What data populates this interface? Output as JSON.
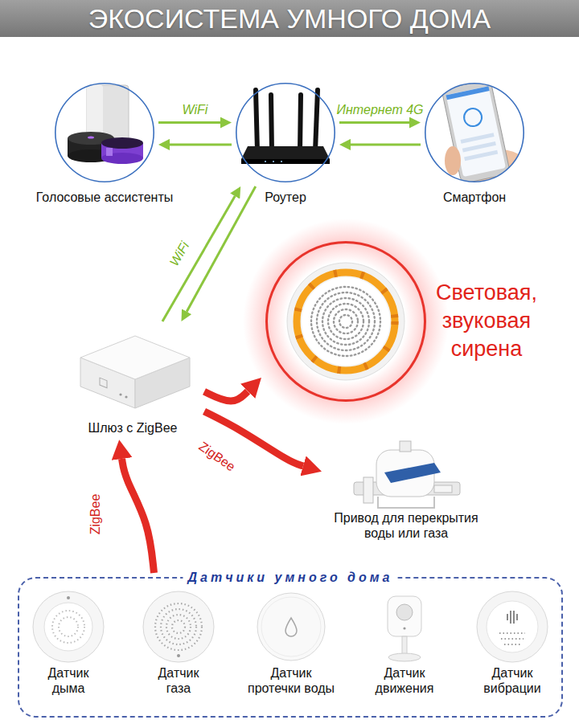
{
  "diagram": {
    "title": "ЭКОСИСТЕМА УМНОГО ДОМА",
    "nodes": [
      {
        "text": [
          "Голосовые ассистенты"
        ]
      },
      {
        "text": [
          "Роутер"
        ]
      },
      {
        "text": [
          "Смартфон"
        ]
      },
      {
        "text": [
          "Световая, звуковая сирена"
        ]
      },
      {
        "text": [
          "Шлюз с ZigBee"
        ]
      },
      {
        "text": [
          "Привод для перекрытия воды или газа"
        ]
      },
      {
        "text": [
          "Датчики умного дома"
        ]
      },
      {
        "text": [
          "Датчик дыма"
        ],
        "in": 6
      },
      {
        "text": [
          "Датчик газа"
        ],
        "in": 6
      },
      {
        "text": [
          "Датчик протечки воды"
        ],
        "in": 6
      },
      {
        "text": [
          "Датчик движения"
        ],
        "in": 6
      },
      {
        "text": [
          "Датчик вибрации"
        ],
        "in": 6
      }
    ],
    "edges": [
      {
        "from": 0,
        "to": 1,
        "arrow": "to",
        "label": "WiFi"
      },
      {
        "from": 1,
        "to": 0,
        "arrow": "to"
      },
      {
        "from": 1,
        "to": 2,
        "arrow": "to",
        "label": "Интернет 4G"
      },
      {
        "from": 2,
        "to": 1,
        "arrow": "to"
      },
      {
        "from": 4,
        "to": 1,
        "arrow": "to",
        "label": "WiFi"
      },
      {
        "from": 1,
        "to": 4,
        "arrow": "to"
      },
      {
        "from": 4,
        "to": 3,
        "arrow": "to"
      },
      {
        "from": 4,
        "to": 5,
        "arrow": "to",
        "label": "ZigBee"
      },
      {
        "from": 6,
        "to": 4,
        "arrow": "to",
        "label": "ZigBee"
      }
    ]
  }
}
